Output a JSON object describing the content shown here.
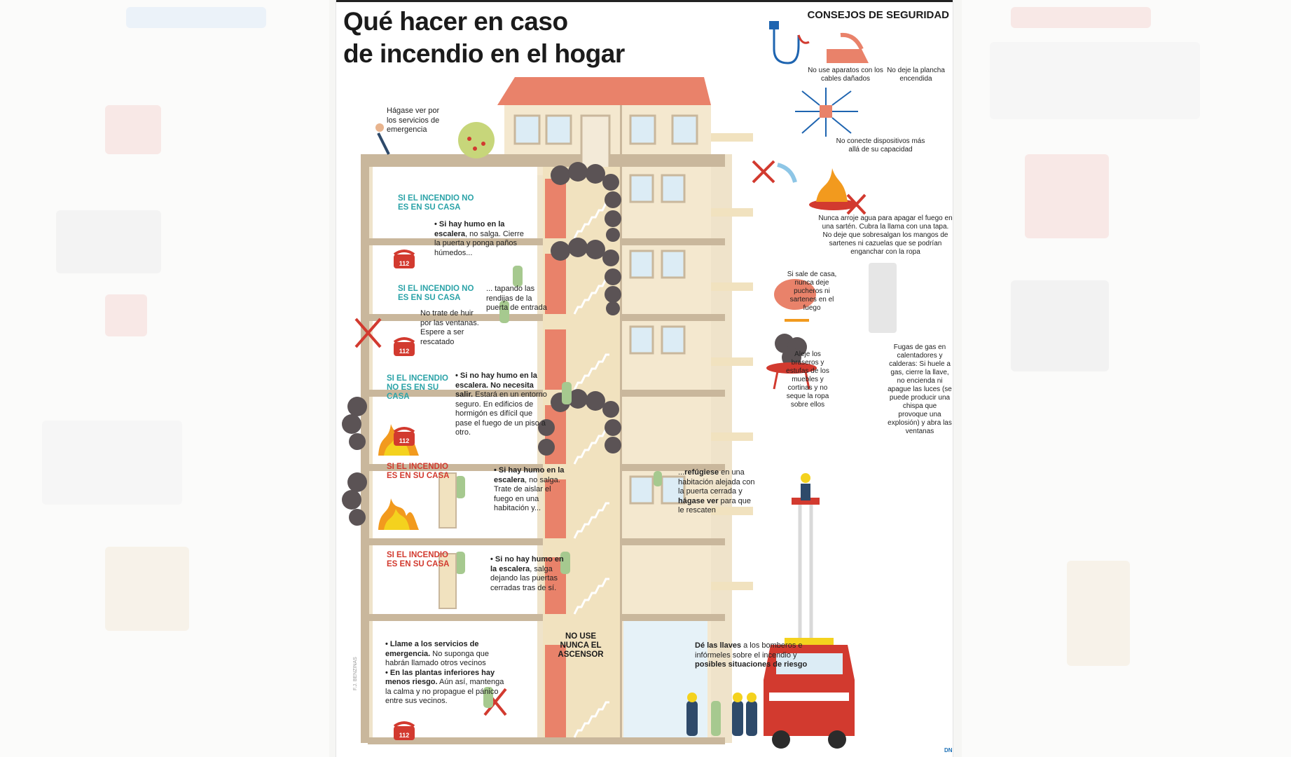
{
  "title": {
    "line1": "Qué hacer en caso",
    "line2": "de incendio en el hogar"
  },
  "tips": {
    "heading": "CONSEJOS DE SEGURIDAD",
    "cables": "No use aparatos con los cables dañados",
    "iron": "No deje la plancha encendida",
    "plugs": "No conecte dispositivos más allá de su capacidad",
    "pan": "Nunca arroje agua para apagar el fuego en una sartén. Cubra la llama con una tapa. No deje que sobresalgan los mangos de sartenes ni cazuelas que se podrían enganchar con la ropa",
    "pot": "Si sale de casa, nunca deje pucheros ni sartenes en el fuego",
    "gas": "Fugas de gas en calentadores y calderas: Si huele a gas, cierre la llave, no encienda ni apague las luces (se puede producir una chispa que provoque una explosión) y abra las ventanas",
    "brazier": "Aleje los braseros y estufas de los muebles y cortinas y no seque la ropa sobre ellos"
  },
  "roof": {
    "note": "Hágase ver por los servicios de emergencia"
  },
  "floors": {
    "f5": {
      "heading": "SI EL INCENDIO NO ES EN SU CASA",
      "bold": "• Si hay humo en la escalera",
      "text": ", no salga. Cierre la puerta y ponga paños húmedos..."
    },
    "f4": {
      "heading": "SI EL INCENDIO NO ES EN SU CASA",
      "window": "No trate de huir por las ventanas. Espere a ser rescatado",
      "seal": "... tapando las rendijas de la puerta de entrada"
    },
    "f3": {
      "heading": "SI EL INCENDIO NO ES EN SU CASA",
      "bold": "• Si no hay humo en la escalera. No necesita salir.",
      "text": " Estará en un entorno seguro. En edificios de hormigón es difícil que pase el fuego de un piso a otro."
    },
    "f2": {
      "heading": "SI EL INCENDIO ES EN SU CASA",
      "bold": "• Si hay humo en la escalera",
      "text": ", no salga. Trate de aislar el fuego en una habitación y...",
      "refuge_bold": "refúgiese",
      "refuge_text": " en una habitación alejada con la puerta cerrada y ",
      "refuge_bold2": "hágase ver",
      "refuge_text2": " para que le rescaten",
      "refuge_pre": "..."
    },
    "f1": {
      "heading": "SI EL INCENDIO ES EN SU CASA",
      "bold": "• Si no hay humo en la escalera",
      "text": ", salga dejando las puertas cerradas tras de sí."
    },
    "ground": {
      "b1": "• Llame a los servicios de emergencia.",
      "t1": " No suponga que habrán llamado otros vecinos",
      "b2": "• En las plantas inferiores hay menos riesgo.",
      "t2": " Aún así, mantenga la calma y no propague el pánico entre sus vecinos.",
      "elevator": "NO USE NUNCA EL ASCENSOR",
      "keys_bold": "Dé las llaves",
      "keys_text": " a los bomberos e infórmeles sobre el incendio y ",
      "keys_bold2": "posibles situaciones de riesgo"
    }
  },
  "phone_number": "112",
  "credit": "F.J. BENZINAS",
  "logo": "DN",
  "colors": {
    "teal": "#2ba3a8",
    "red": "#d23a2f",
    "roof": "#e9826a",
    "smoke": "#5b5355",
    "building": "#c9b79c"
  }
}
